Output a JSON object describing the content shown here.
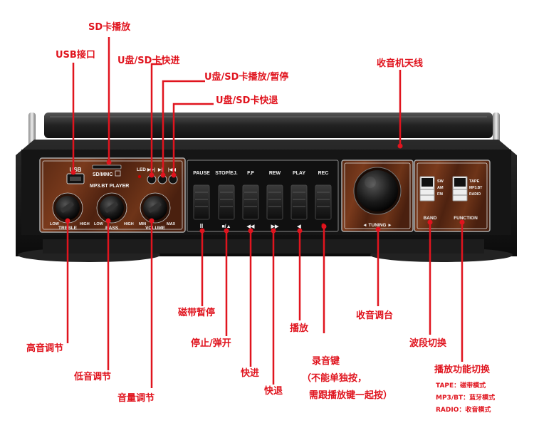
{
  "panel": {
    "usb": "USB",
    "sd_mmc": "SD/MMC",
    "led": "LED",
    "player_title": "MP3.BT PLAYER",
    "treble": "TREBLE",
    "bass": "BASS",
    "volume": "VOLUME",
    "low": "LOW",
    "high": "HIGH",
    "min": "MIN",
    "max": "MAX",
    "pause": "PAUSE",
    "stop_ej": "STOP/EJ.",
    "ff": "F.F",
    "rew": "REW",
    "play": "PLAY",
    "rec": "REC",
    "tuning": "◄ TUNING ►",
    "sw": "SW",
    "am": "AM",
    "fm": "FM",
    "tape": "TAPE",
    "mp3bt": "MP3.BT",
    "radio": "RADIO",
    "band": "BAND",
    "function": "FUNCTION"
  },
  "callouts": {
    "sd_play": "SD卡播放",
    "usb_port": "USB接口",
    "usd_ff": "U盘/SD卡快进",
    "usd_play_pause": "U盘/SD卡播放/暂停",
    "usd_rew": "U盘/SD卡快退",
    "antenna": "收音机天线",
    "tape_pause": "磁带暂停",
    "treble_adj": "高音调节",
    "stop_eject": "停止/弹开",
    "bass_adj": "低音调节",
    "ff": "快进",
    "rew": "快退",
    "volume_adj": "音量调节",
    "play": "播放",
    "rec_key": "录音键",
    "rec_note1": "（不能单独按，",
    "rec_note2": "需跟播放键一起按）",
    "tuning": "收音调台",
    "band_switch": "波段切换",
    "func_switch": "播放功能切换",
    "mode_tape": "TAPE：磁带模式",
    "mode_bt": "MP3/BT：蓝牙模式",
    "mode_radio": "RADIO：收音模式"
  }
}
